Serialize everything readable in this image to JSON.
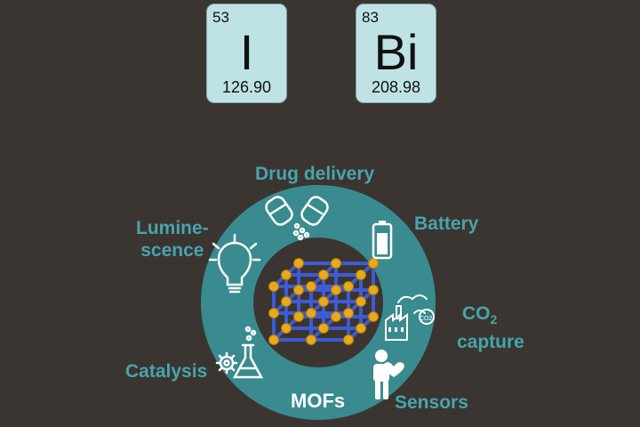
{
  "elements": [
    {
      "number": "53",
      "symbol": "I",
      "mass": "126.90"
    },
    {
      "number": "83",
      "symbol": "Bi",
      "mass": "208.98"
    }
  ],
  "ring": {
    "center_label": "MOFs",
    "applications": {
      "drug_delivery": "Drug delivery",
      "battery": "Battery",
      "luminescence_1": "Lumine-",
      "luminescence_2": "scence",
      "co2": "CO",
      "co2_sub": "2",
      "co2_line2": "capture",
      "catalysis": "Catalysis",
      "sensors": "Sensors",
      "co2_icon_text": "CO2"
    }
  },
  "colors": {
    "background": "#3b3531",
    "ring": "#3a8b8f",
    "label": "#46a5ad",
    "tile": "#bfe3e4",
    "bond": "#3d5bd6",
    "atom": "#e8a91a"
  }
}
